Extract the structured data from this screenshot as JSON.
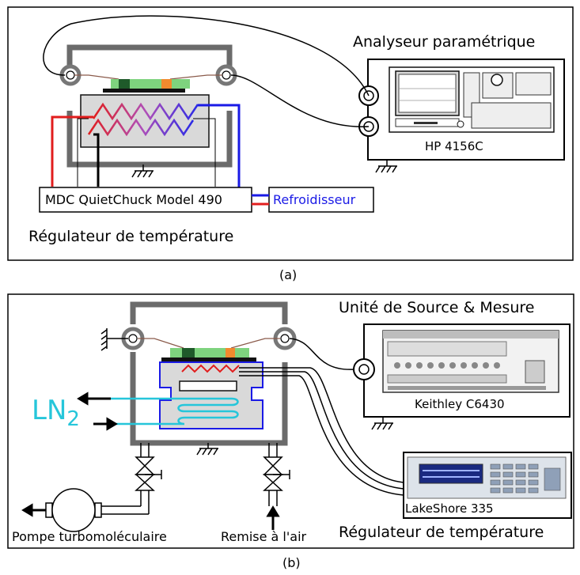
{
  "panel_a": {
    "analyzer_title": "Analyseur paramétrique",
    "analyzer_model": "HP 4156C",
    "controller_model": "MDC QuietChuck Model 490",
    "chiller": "Refroidisseur",
    "regulator_caption": "Régulateur de température",
    "label": "(a)"
  },
  "panel_b": {
    "smu_title": "Unité de Source & Mesure",
    "smu_model": "Keithley C6430",
    "controller_model": "LakeShore 335",
    "regulator_caption": "Régulateur de température",
    "coolant_label": "LN",
    "coolant_subscript": "2",
    "pump_label": "Pompe turbomoléculaire",
    "vent_label": "Remise à l'air",
    "label": "(b)"
  },
  "colors": {
    "hot_line": "#e11d1d",
    "cold_line": "#1a1ae6",
    "ln2": "#26c6da",
    "frame": "#6b6b6b",
    "chuck": "#d9d9d9",
    "sample_green": "#7ed37e",
    "sample_orange": "#f28a2e",
    "sample_dark": "#1f5a2a"
  }
}
